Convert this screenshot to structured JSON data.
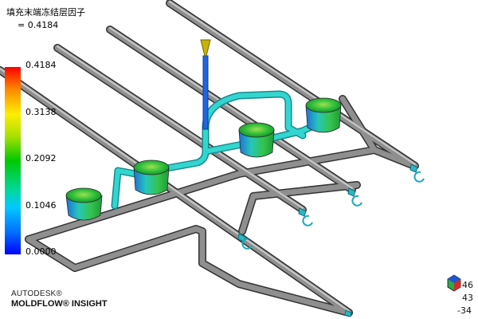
{
  "result": {
    "title": "填充末端冻结层因子",
    "value": " = 0.4184"
  },
  "legend": {
    "ticks": [
      "0.4184",
      "0.3138",
      "0.2092",
      "0.1046",
      "0.0000"
    ],
    "colors": [
      "#ff0000",
      "#ffee00",
      "#00c800",
      "#00c8ff",
      "#0000ff"
    ]
  },
  "branding": {
    "line1": "AUTODESK®",
    "line2": "MOLDFLOW® INSIGHT"
  },
  "axis_triad": {
    "values": [
      "46",
      "43",
      "-34"
    ]
  },
  "colors": {
    "pipe": "#8c8c8c",
    "pipe_edge": "#3a3a3a",
    "runner": "#33d6cf",
    "sprue": "#1f66e0",
    "gate_cone": "#c8b400",
    "part": "#38c84a"
  }
}
